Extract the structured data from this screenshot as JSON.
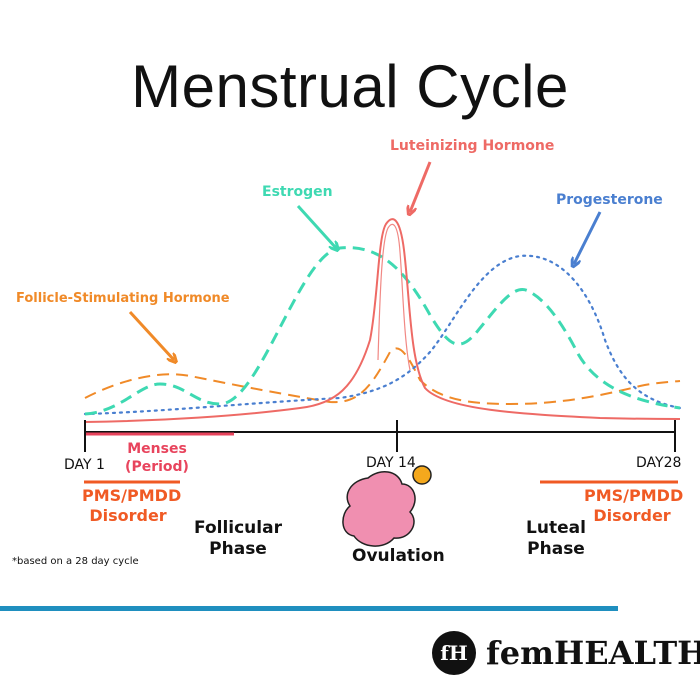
{
  "title": "Menstrual Cycle",
  "hormones": {
    "lh": "Luteinizing Hormone",
    "estrogen": "Estrogen",
    "progesterone": "Progesterone",
    "fsh": "Follicle-Stimulating Hormone"
  },
  "axis": {
    "day1": "DAY 1",
    "day14": "DAY 14",
    "day28": "DAY28"
  },
  "menses": {
    "line1": "Menses",
    "line2": "(Period)"
  },
  "pms_left": {
    "line1": "PMS/PMDD",
    "line2": "Disorder"
  },
  "pms_right": {
    "line1": "PMS/PMDD",
    "line2": "Disorder"
  },
  "follicular": {
    "line1": "Follicular",
    "line2": "Phase"
  },
  "luteal": {
    "line1": "Luteal",
    "line2": "Phase"
  },
  "ovulation": "Ovulation",
  "footnote": "*based on a 28 day cycle",
  "brand": {
    "logo": "fH",
    "name": "femHEALTH."
  },
  "colors": {
    "lh": "#ee6a65",
    "estrogen": "#3ed9b2",
    "progesterone": "#4a7fd0",
    "fsh": "#f08a28",
    "menses": "#e8445d",
    "pms": "#f05a24",
    "egg": "#f08fb0",
    "follicle": "#f4a81d",
    "footer_bar": "#1f8fbf"
  }
}
